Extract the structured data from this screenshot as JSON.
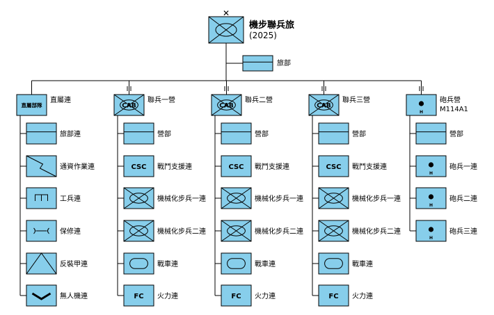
{
  "brigade": {
    "name": "機步聯兵旅",
    "year": "(2025)",
    "echelon_mark": "✕",
    "hq_label": "旅部"
  },
  "columns": [
    {
      "label": "直屬連",
      "symbol": "direct",
      "box_text": "直屬部隊",
      "units": [
        {
          "symbol": "hq",
          "label": "旅部連"
        },
        {
          "symbol": "signal",
          "label": "通資作業連"
        },
        {
          "symbol": "engineer",
          "label": "工兵連"
        },
        {
          "symbol": "maintenance",
          "label": "保修連"
        },
        {
          "symbol": "armor",
          "label": "反裝甲連"
        },
        {
          "symbol": "uav",
          "label": "無人機連"
        }
      ]
    },
    {
      "label": "聯兵一營",
      "symbol": "cab",
      "box_text": "CAB",
      "units": [
        {
          "symbol": "hq",
          "label": "營部"
        },
        {
          "symbol": "csc",
          "label": "戰鬥支援連",
          "box_text": "CSC"
        },
        {
          "symbol": "mech",
          "label": "機械化步兵一連"
        },
        {
          "symbol": "mech",
          "label": "機械化步兵二連"
        },
        {
          "symbol": "tank",
          "label": "戰車連"
        },
        {
          "symbol": "fc",
          "label": "火力連",
          "box_text": "FC"
        }
      ]
    },
    {
      "label": "聯兵二營",
      "symbol": "cab",
      "box_text": "CAB",
      "units": [
        {
          "symbol": "hq",
          "label": "營部"
        },
        {
          "symbol": "csc",
          "label": "戰鬥支援連",
          "box_text": "CSC"
        },
        {
          "symbol": "mech",
          "label": "機械化步兵一連"
        },
        {
          "symbol": "mech",
          "label": "機械化步兵二連"
        },
        {
          "symbol": "tank",
          "label": "戰車連"
        },
        {
          "symbol": "fc",
          "label": "火力連",
          "box_text": "FC"
        }
      ]
    },
    {
      "label": "聯兵三營",
      "symbol": "cab",
      "box_text": "CAB",
      "units": [
        {
          "symbol": "hq",
          "label": "營部"
        },
        {
          "symbol": "csc",
          "label": "戰鬥支援連",
          "box_text": "CSC"
        },
        {
          "symbol": "mech",
          "label": "機械化步兵一連"
        },
        {
          "symbol": "mech",
          "label": "機械化步兵二連"
        },
        {
          "symbol": "tank",
          "label": "戰車連"
        },
        {
          "symbol": "fc",
          "label": "火力連",
          "box_text": "FC"
        }
      ]
    },
    {
      "label": "砲兵營",
      "sublabel": "M114A1",
      "symbol": "artillery",
      "box_text": "H",
      "units": [
        {
          "symbol": "hq",
          "label": "營部"
        },
        {
          "symbol": "artillery",
          "label": "砲兵一連",
          "box_text": "H"
        },
        {
          "symbol": "artillery",
          "label": "砲兵二連",
          "box_text": "H"
        },
        {
          "symbol": "artillery",
          "label": "砲兵三連",
          "box_text": "H"
        }
      ]
    }
  ],
  "colors": {
    "fill": "#87ceeb",
    "stroke": "#000000",
    "background": "#ffffff"
  }
}
